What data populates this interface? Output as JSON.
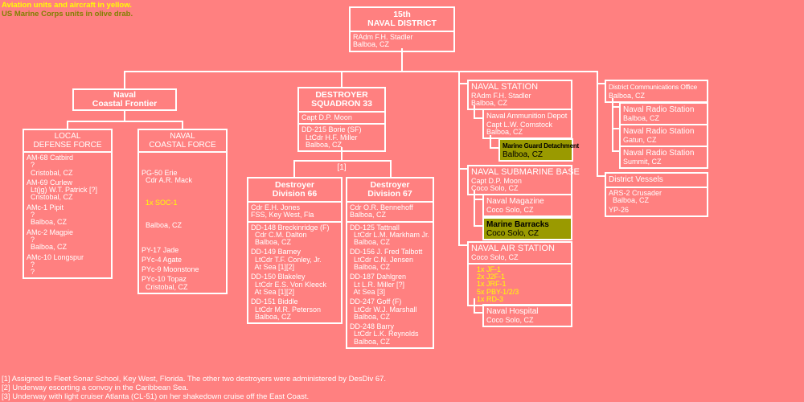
{
  "colors": {
    "background": "#FF8080",
    "box_border": "#FFFFFF",
    "aviation_yellow": "#FFFF00",
    "olive_drab_box": "#9A9A00",
    "olive_drab_text": "#808000"
  },
  "legend": [
    "Aviation units and aircraft in yellow.",
    "US Marine Corps units in olive drab."
  ],
  "root": {
    "header": [
      "15th",
      "NAVAL DISTRICT"
    ],
    "body": [
      "RAdm F.H. Stadler",
      "Balboa, CZ"
    ]
  },
  "ncf": {
    "header": [
      "Naval",
      "Coastal Frontier"
    ]
  },
  "ldf": {
    "header": [
      "LOCAL",
      "DEFENSE FORCE"
    ],
    "entries": [
      [
        "AM-68 Catbird",
        "  ?",
        "  Cristobal, CZ"
      ],
      [
        "AM-69 Curlew",
        "  Lt(jg) W.T. Patrick [?]",
        "  Cristobal, CZ"
      ],
      [
        "AMc-1 Pipit",
        "  ?",
        "  Balboa, CZ"
      ],
      [
        "AMc-2 Magpie",
        "  ?",
        "  Balboa, CZ"
      ],
      [
        "AMc-10 Longspur",
        "  ?",
        "  ?"
      ]
    ]
  },
  "ncforce": {
    "header": [
      "NAVAL",
      "COASTAL FORCE"
    ],
    "e1_top": [
      "PG-50 Erie",
      "  Cdr A.R. Mack"
    ],
    "e1_aircraft": "  1x SOC-1",
    "e1_bottom": [
      "  Balboa, CZ"
    ],
    "entries": [
      [
        "PY-17 Jade"
      ],
      [
        "PYc-4 Agate"
      ],
      [
        "PYc-9 Moonstone"
      ],
      [
        "PYc-10 Topaz",
        "  Cristobal, CZ"
      ]
    ]
  },
  "ds33": {
    "header": [
      "DESTROYER",
      "SQUADRON 33"
    ],
    "commander": [
      "Capt D.P. Moon"
    ],
    "flagship": [
      "DD-215 Borie (SF)",
      "  LtCdr H.F. Miller",
      "  Balboa, CZ"
    ],
    "note_ref": "[1]"
  },
  "div66": {
    "header": [
      "Destroyer",
      "Division 66"
    ],
    "commander": [
      "Cdr E.H. Jones",
      "FSS, Key West, Fla"
    ],
    "entries": [
      [
        "DD-148 Breckinridge (F)",
        "  Cdr C.M. Dalton",
        "  Balboa, CZ"
      ],
      [
        "DD-149 Barney",
        "  LtCdr T.F. Conley, Jr.",
        "  At Sea [1][2]"
      ],
      [
        "DD-150 Blakeley",
        "  LtCdr E.S. Von Kleeck",
        "  At Sea [1][2]"
      ],
      [
        "DD-151 Biddle",
        "  LtCdr M.R. Peterson",
        "  Balboa, CZ"
      ]
    ]
  },
  "div67": {
    "header": [
      "Destroyer",
      "Division 67"
    ],
    "commander": [
      "Cdr O.R. Bennehoff",
      "Balboa, CZ"
    ],
    "entries": [
      [
        "DD-125 Tattnall",
        "  LtCdr L.M. Markham Jr.",
        "  Balboa, CZ"
      ],
      [
        "DD-156 J. Fred Talbott",
        "  LtCdr C.N. Jensen",
        "  Balboa, CZ"
      ],
      [
        "DD-187 Dahlgren",
        "  Lt L.R. Miller [?]",
        "  At Sea [3]"
      ],
      [
        "DD-247 Goff (F)",
        "  LtCdr W.J. Marshall",
        "  Balboa, CZ"
      ],
      [
        "DD-248 Barry",
        "  LtCdr L.K. Reynolds",
        "  Balboa, CZ"
      ]
    ]
  },
  "station": {
    "title": "NAVAL STATION",
    "body": [
      "RAdm F.H. Stadler",
      "Balboa, CZ"
    ]
  },
  "depot": {
    "title": "Naval Ammunition Depot",
    "body": [
      "Capt L.W. Comstock",
      "Balboa, CZ"
    ]
  },
  "mgd": {
    "title": "Marine Guard Detachment",
    "body": [
      "Balboa, CZ"
    ]
  },
  "subbase": {
    "title": "NAVAL SUBMARINE BASE",
    "body": [
      "Capt D.P. Moon",
      "Coco Solo, CZ"
    ]
  },
  "magazine": {
    "title": "Naval Magazine",
    "body": [
      "Coco Solo, CZ"
    ]
  },
  "barracks": {
    "title": "Marine Barracks",
    "body": [
      "Coco Solo, CZ"
    ]
  },
  "airstation": {
    "title": "NAVAL AIR STATION",
    "body": [
      "Coco Solo, CZ"
    ],
    "aircraft": [
      "1x JF-1",
      "2x J2F-1",
      "1x JRF-1",
      "5x PBY-1/2/3",
      "1x RD-3"
    ]
  },
  "hospital": {
    "title": "Naval Hospital",
    "body": [
      "Coco Solo, CZ"
    ]
  },
  "dco": {
    "title": "District Communications Office",
    "body": [
      "Balboa, CZ"
    ]
  },
  "radios": [
    {
      "title": "Naval Radio Station",
      "body": [
        "Balboa, CZ"
      ]
    },
    {
      "title": "Naval Radio Station",
      "body": [
        "Gatun, CZ"
      ]
    },
    {
      "title": "Naval Radio Station",
      "body": [
        "Summit, CZ"
      ]
    }
  ],
  "vessels": {
    "header": "District Vessels",
    "entries": [
      [
        "ARS-2 Crusader",
        "  Balboa, CZ"
      ],
      [
        "YP-26"
      ]
    ]
  },
  "footnotes": [
    "[1] Assigned to Fleet Sonar School, Key West, Florida. The other two destroyers were administered by DesDiv 67.",
    "[2] Underway escorting a convoy in the Caribbean Sea.",
    "[3] Underway with light cruiser Atlanta (CL-51) on her shakedown cruise off the East Coast."
  ]
}
